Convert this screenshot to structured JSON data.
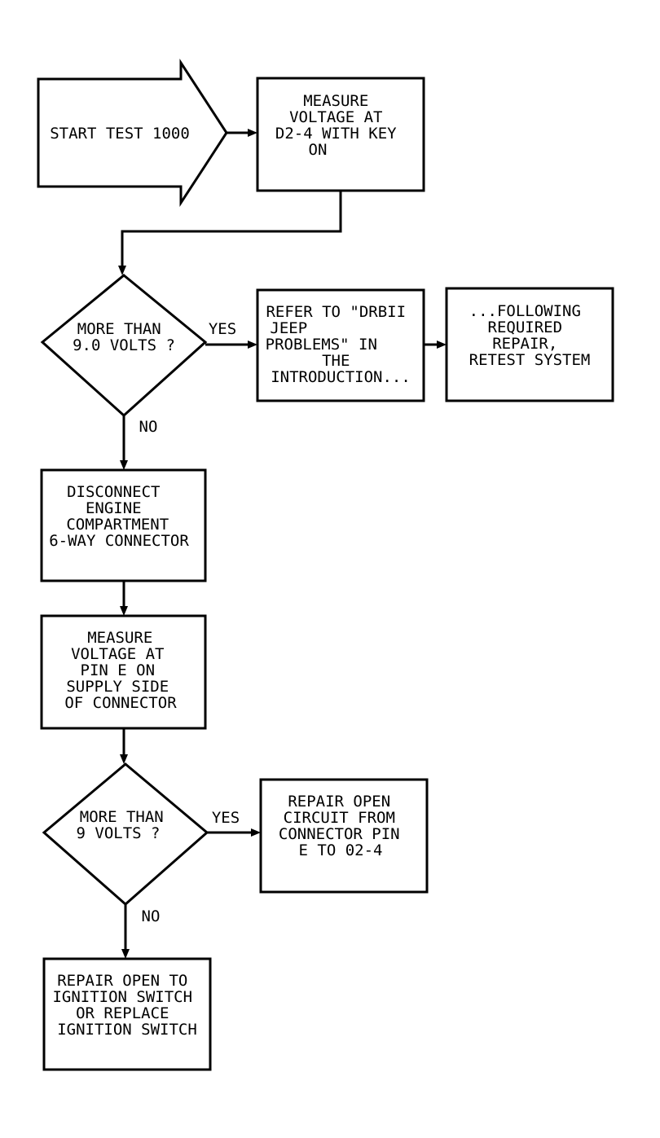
{
  "flowchart": {
    "start": {
      "text": "START TEST 1000"
    },
    "measure_d2": {
      "lines": [
        "MEASURE",
        "VOLTAGE AT",
        "D2-4 WITH KEY",
        "ON"
      ]
    },
    "decision_9_0": {
      "lines": [
        "MORE THAN",
        "9.0 VOLTS ?"
      ],
      "yes_label": "YES",
      "no_label": "NO"
    },
    "refer_drbii": {
      "lines": [
        "REFER TO \"DRBII",
        "JEEP",
        "PROBLEMS\" IN",
        "THE",
        "INTRODUCTION..."
      ]
    },
    "retest": {
      "lines": [
        "...FOLLOWING",
        "REQUIRED",
        "REPAIR,",
        "RETEST SYSTEM"
      ]
    },
    "disconnect": {
      "lines": [
        "DISCONNECT",
        "ENGINE",
        "COMPARTMENT",
        "6-WAY CONNECTOR"
      ]
    },
    "measure_pin_e": {
      "lines": [
        "MEASURE",
        "VOLTAGE AT",
        "PIN E ON",
        "SUPPLY SIDE",
        "OF CONNECTOR"
      ]
    },
    "decision_9": {
      "lines": [
        "MORE THAN",
        "9 VOLTS ?"
      ],
      "yes_label": "YES",
      "no_label": "NO"
    },
    "repair_circuit": {
      "lines": [
        "REPAIR OPEN",
        "CIRCUIT FROM",
        "CONNECTOR PIN",
        "E TO 02-4"
      ]
    },
    "repair_ignition": {
      "lines": [
        "REPAIR OPEN TO",
        "IGNITION SWITCH",
        "OR REPLACE",
        "IGNITION SWITCH"
      ]
    }
  }
}
